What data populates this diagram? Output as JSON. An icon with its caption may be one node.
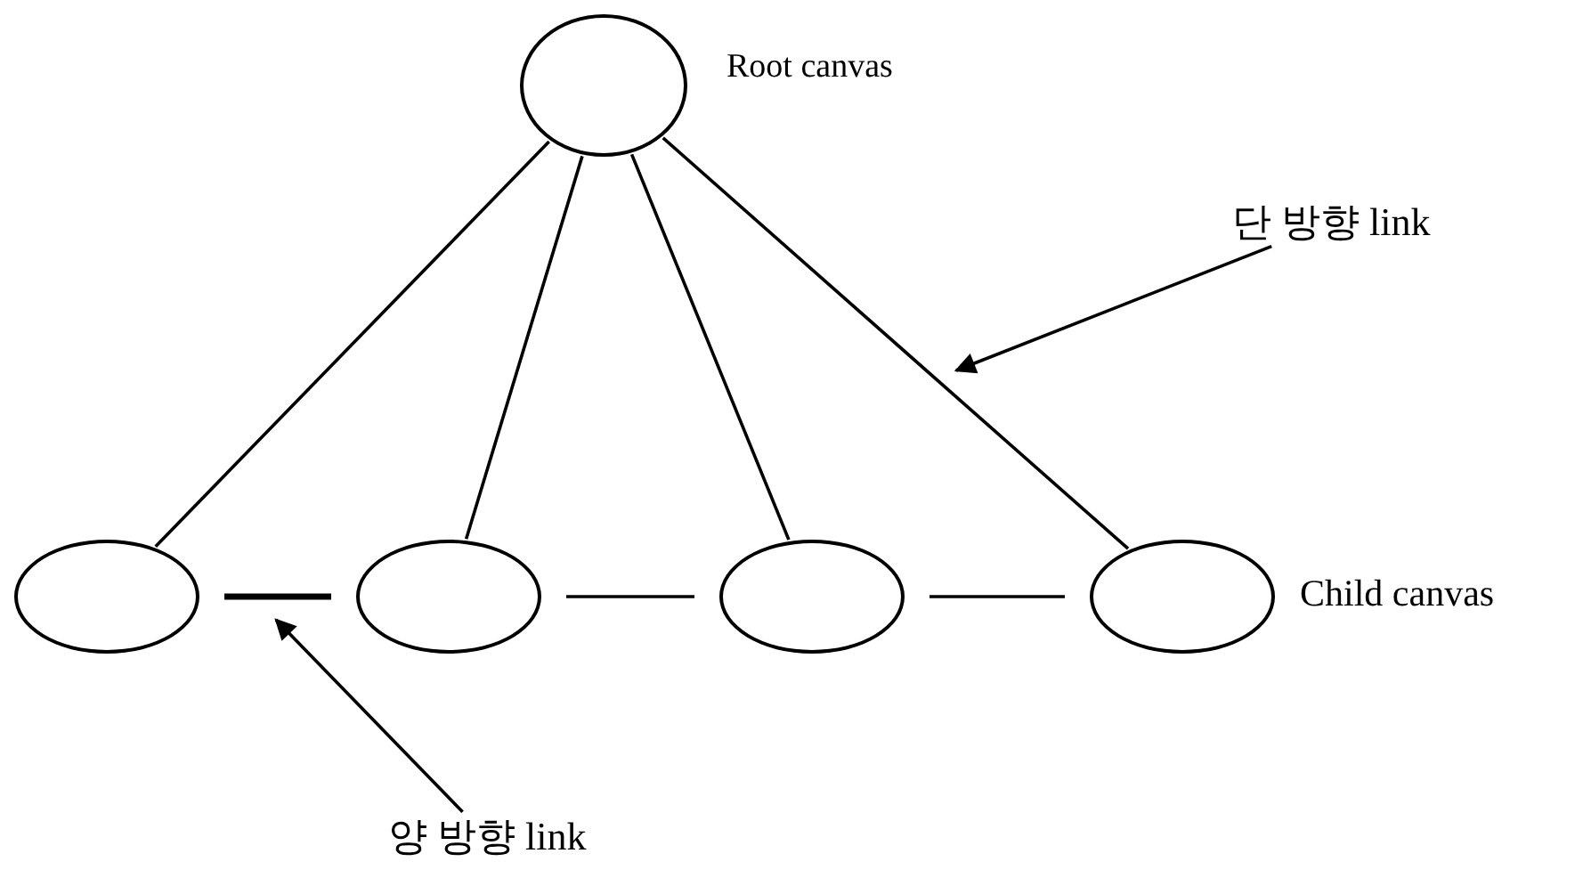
{
  "diagram": {
    "nodes": [
      {
        "text": [],
        "shape": "ellipse",
        "beside": [
          "Root canvas"
        ]
      },
      {
        "text": [],
        "shape": "ellipse"
      },
      {
        "text": [],
        "shape": "ellipse"
      },
      {
        "text": [],
        "shape": "ellipse"
      },
      {
        "text": [],
        "shape": "ellipse",
        "beside": [
          "Child canvas"
        ]
      },
      {
        "text": [
          "단 방향 link"
        ]
      },
      {
        "text": [
          "양 방향 link"
        ]
      }
    ],
    "edges": [
      {
        "from": 0,
        "to": 1,
        "arrow": "none"
      },
      {
        "from": 0,
        "to": 2,
        "arrow": "none"
      },
      {
        "from": 0,
        "to": 3,
        "arrow": "none"
      },
      {
        "from": 0,
        "to": 4,
        "arrow": "none"
      },
      {
        "from": 1,
        "to": 2,
        "arrow": "none",
        "style": "thick"
      },
      {
        "from": 2,
        "to": 3,
        "arrow": "none"
      },
      {
        "from": 3,
        "to": 4,
        "arrow": "none"
      },
      {
        "from": 5,
        "to": null,
        "arrow": "to"
      },
      {
        "from": 6,
        "to": null,
        "arrow": "to"
      }
    ]
  }
}
